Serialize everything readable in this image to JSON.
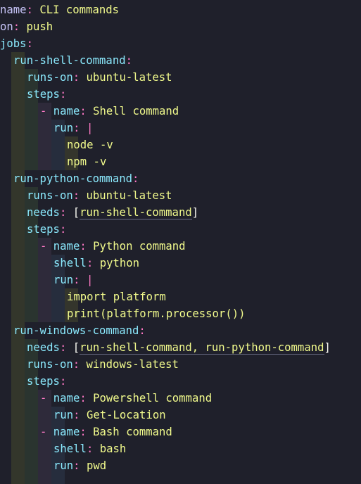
{
  "editor": {
    "background": "#1f202b",
    "language": "yaml",
    "lines": [
      {
        "indent": 0,
        "parts": [
          {
            "t": "name",
            "c": "topkey"
          },
          {
            "t": ":",
            "c": "punct"
          },
          {
            "t": " CLI commands",
            "c": "str"
          }
        ]
      },
      {
        "indent": 0,
        "parts": [
          {
            "t": "on",
            "c": "topkey"
          },
          {
            "t": ":",
            "c": "punct"
          },
          {
            "t": " push",
            "c": "str"
          }
        ]
      },
      {
        "indent": 0,
        "parts": [
          {
            "t": "jobs",
            "c": "key"
          },
          {
            "t": ":",
            "c": "punct"
          }
        ]
      },
      {
        "indent": 2,
        "parts": [
          {
            "t": "run-shell-command",
            "c": "key"
          },
          {
            "t": ":",
            "c": "punct"
          }
        ]
      },
      {
        "indent": 4,
        "parts": [
          {
            "t": "runs-on",
            "c": "key"
          },
          {
            "t": ":",
            "c": "punct"
          },
          {
            "t": " ubuntu-latest",
            "c": "str"
          }
        ]
      },
      {
        "indent": 4,
        "parts": [
          {
            "t": "steps",
            "c": "key"
          },
          {
            "t": ":",
            "c": "punct"
          }
        ]
      },
      {
        "indent": 6,
        "parts": [
          {
            "t": "- ",
            "c": "dash"
          },
          {
            "t": "name",
            "c": "key"
          },
          {
            "t": ":",
            "c": "punct"
          },
          {
            "t": " Shell command",
            "c": "str"
          }
        ]
      },
      {
        "indent": 8,
        "parts": [
          {
            "t": "run",
            "c": "key"
          },
          {
            "t": ":",
            "c": "punct"
          },
          {
            "t": " |",
            "c": "pipe"
          }
        ]
      },
      {
        "indent": 10,
        "parts": [
          {
            "t": "node -v",
            "c": "str"
          }
        ]
      },
      {
        "indent": 10,
        "parts": [
          {
            "t": "npm -v",
            "c": "str"
          }
        ]
      },
      {
        "indent": 2,
        "parts": [
          {
            "t": "run-python-command",
            "c": "key"
          },
          {
            "t": ":",
            "c": "punct"
          }
        ]
      },
      {
        "indent": 4,
        "parts": [
          {
            "t": "runs-on",
            "c": "key"
          },
          {
            "t": ":",
            "c": "punct"
          },
          {
            "t": " ubuntu-latest",
            "c": "str"
          }
        ]
      },
      {
        "indent": 4,
        "parts": [
          {
            "t": "needs",
            "c": "key"
          },
          {
            "t": ":",
            "c": "punct"
          },
          {
            "t": " ",
            "c": "plain"
          },
          {
            "t": "[",
            "c": "bracket"
          },
          {
            "t": "run-shell-command",
            "c": "str under"
          },
          {
            "t": "]",
            "c": "bracket"
          }
        ]
      },
      {
        "indent": 4,
        "parts": [
          {
            "t": "steps",
            "c": "key"
          },
          {
            "t": ":",
            "c": "punct"
          }
        ]
      },
      {
        "indent": 6,
        "parts": [
          {
            "t": "- ",
            "c": "dash"
          },
          {
            "t": "name",
            "c": "key"
          },
          {
            "t": ":",
            "c": "punct"
          },
          {
            "t": " Python command",
            "c": "str"
          }
        ]
      },
      {
        "indent": 8,
        "parts": [
          {
            "t": "shell",
            "c": "key"
          },
          {
            "t": ":",
            "c": "punct"
          },
          {
            "t": " python",
            "c": "str"
          }
        ]
      },
      {
        "indent": 8,
        "parts": [
          {
            "t": "run",
            "c": "key"
          },
          {
            "t": ":",
            "c": "punct"
          },
          {
            "t": " |",
            "c": "pipe"
          }
        ]
      },
      {
        "indent": 10,
        "parts": [
          {
            "t": "import platform",
            "c": "str"
          }
        ]
      },
      {
        "indent": 10,
        "parts": [
          {
            "t": "print(platform.processor())",
            "c": "str"
          }
        ]
      },
      {
        "indent": 2,
        "parts": [
          {
            "t": "run-windows-command",
            "c": "key"
          },
          {
            "t": ":",
            "c": "punct"
          }
        ]
      },
      {
        "indent": 4,
        "parts": [
          {
            "t": "needs",
            "c": "key"
          },
          {
            "t": ":",
            "c": "punct"
          },
          {
            "t": " ",
            "c": "plain"
          },
          {
            "t": "[",
            "c": "bracket"
          },
          {
            "t": "run-shell-command, run-python-command",
            "c": "str under"
          },
          {
            "t": "]",
            "c": "bracket"
          }
        ]
      },
      {
        "indent": 4,
        "parts": [
          {
            "t": "runs-on",
            "c": "key"
          },
          {
            "t": ":",
            "c": "punct"
          },
          {
            "t": " windows-latest",
            "c": "str"
          }
        ]
      },
      {
        "indent": 4,
        "parts": [
          {
            "t": "steps",
            "c": "key"
          },
          {
            "t": ":",
            "c": "punct"
          }
        ]
      },
      {
        "indent": 6,
        "parts": [
          {
            "t": "- ",
            "c": "dash"
          },
          {
            "t": "name",
            "c": "key"
          },
          {
            "t": ":",
            "c": "punct"
          },
          {
            "t": " Powershell command",
            "c": "str"
          }
        ]
      },
      {
        "indent": 8,
        "parts": [
          {
            "t": "run",
            "c": "key"
          },
          {
            "t": ":",
            "c": "punct"
          },
          {
            "t": " Get-Location",
            "c": "str"
          }
        ]
      },
      {
        "indent": 6,
        "parts": [
          {
            "t": "- ",
            "c": "dash"
          },
          {
            "t": "name",
            "c": "key"
          },
          {
            "t": ":",
            "c": "punct"
          },
          {
            "t": " Bash command",
            "c": "str"
          }
        ]
      },
      {
        "indent": 8,
        "parts": [
          {
            "t": "shell",
            "c": "key"
          },
          {
            "t": ":",
            "c": "punct"
          },
          {
            "t": " bash",
            "c": "str"
          }
        ]
      },
      {
        "indent": 8,
        "parts": [
          {
            "t": "run",
            "c": "key"
          },
          {
            "t": ":",
            "c": "punct"
          },
          {
            "t": " pwd",
            "c": "str"
          }
        ]
      }
    ]
  }
}
